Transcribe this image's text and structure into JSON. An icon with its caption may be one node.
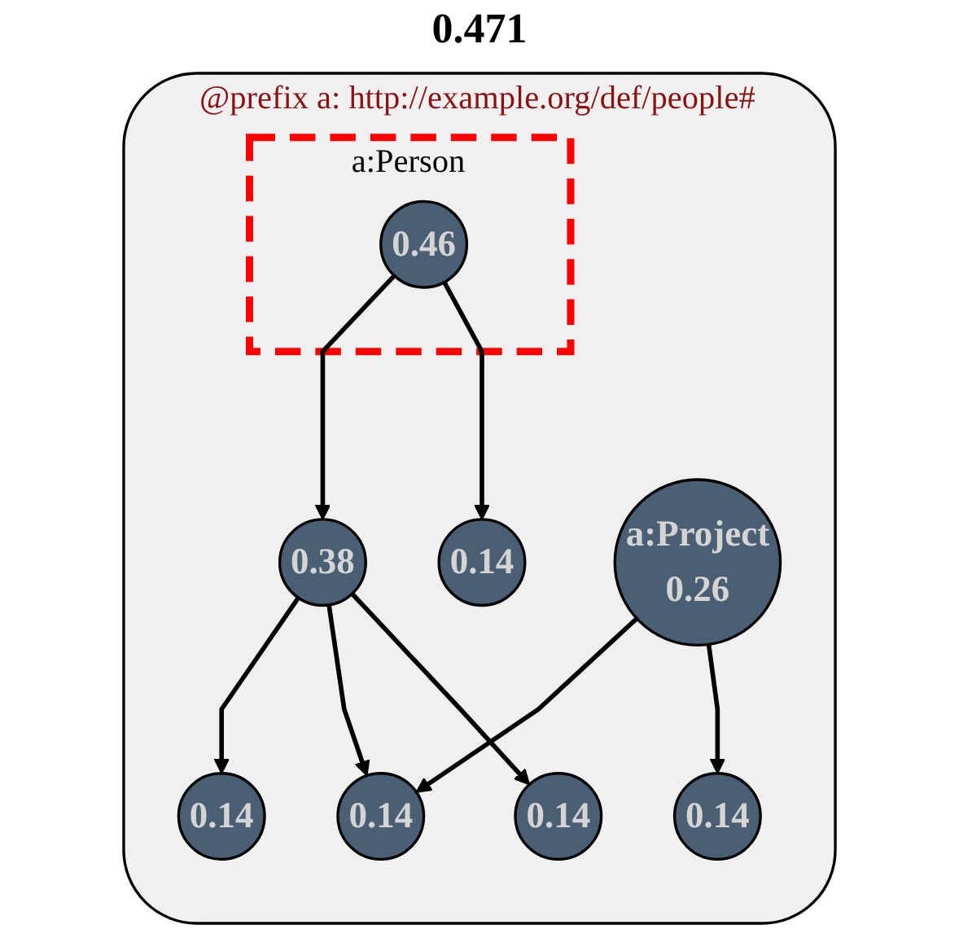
{
  "diagram": {
    "title": "0.471",
    "nodes": [
      {
        "text": [
          "@prefix a: http://example.org/def/people#"
        ]
      },
      {
        "text": [
          "a:Person"
        ],
        "in": 0
      },
      {
        "text": [
          "0.46"
        ],
        "in": 1
      },
      {
        "text": [
          "0.14"
        ],
        "in": 0
      },
      {
        "text": [
          "0.14"
        ],
        "in": 0
      },
      {
        "text": [
          "a:Project",
          "0.26"
        ],
        "in": 0
      },
      {
        "text": [
          "0.38"
        ],
        "in": 0
      },
      {
        "text": [
          "0.14"
        ],
        "in": 0
      },
      {
        "text": [
          "0.14"
        ],
        "in": 0
      },
      {
        "text": [
          "0.14"
        ],
        "in": 0
      }
    ],
    "edges": [
      {
        "from": 2,
        "to": 3,
        "arrow": "to"
      },
      {
        "from": 2,
        "to": 6,
        "arrow": "to"
      },
      {
        "from": 6,
        "to": 4,
        "arrow": "to"
      },
      {
        "from": 5,
        "to": 7,
        "arrow": "to"
      },
      {
        "from": 5,
        "to": 8,
        "arrow": "to"
      },
      {
        "from": 6,
        "to": 8,
        "arrow": "to"
      },
      {
        "from": 6,
        "to": 9,
        "arrow": "to"
      }
    ]
  }
}
